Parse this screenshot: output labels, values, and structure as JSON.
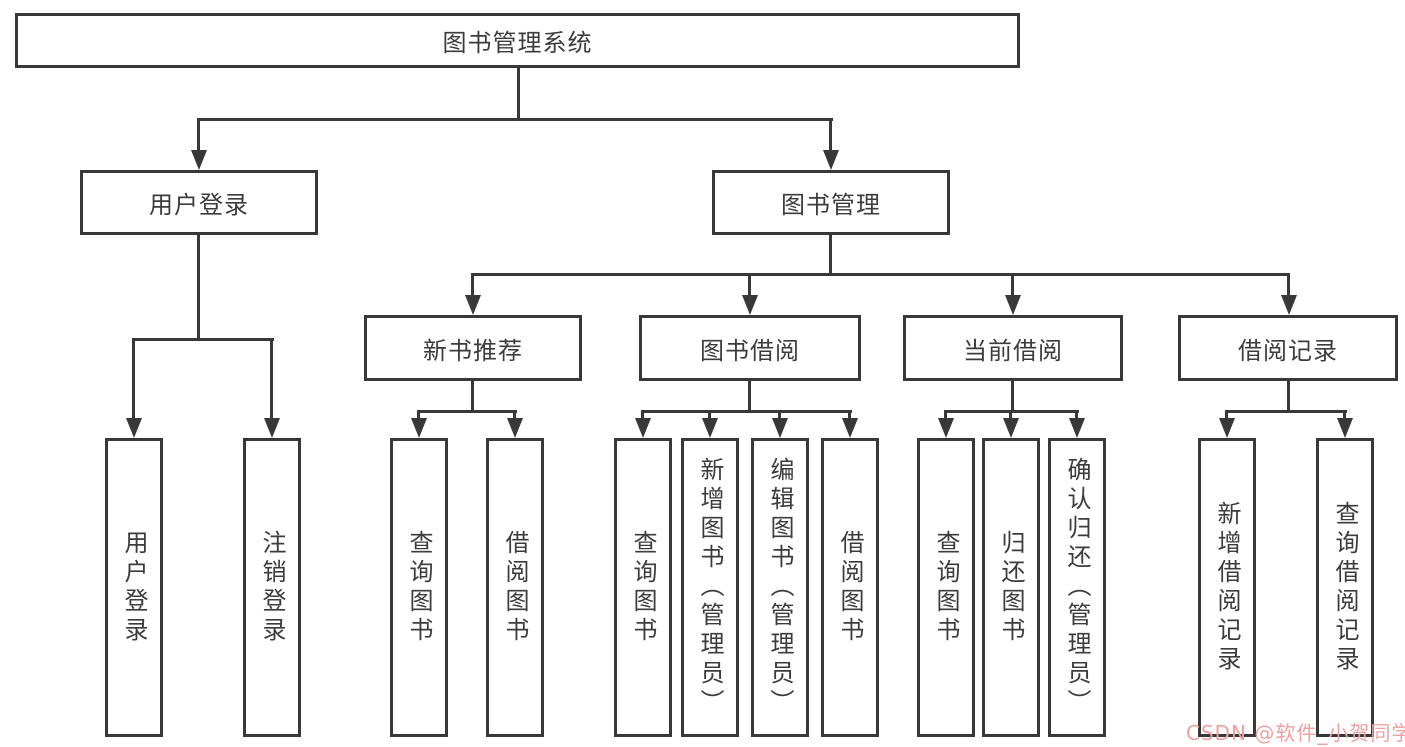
{
  "diagram": {
    "root": {
      "label": "图书管理系统"
    },
    "level2": {
      "user_login": "用户登录",
      "book_mgmt": "图书管理"
    },
    "level3": {
      "new_books": "新书推荐",
      "borrow": "图书借阅",
      "current": "当前借阅",
      "records": "借阅记录"
    },
    "leaves": {
      "login": "用户登录",
      "logout": "注销登录",
      "nb_query": "查询图书",
      "nb_borrow": "借阅图书",
      "bb_query": "查询图书",
      "bb_add": "新增图书（管理员）",
      "bb_edit": "编辑图书（管理员）",
      "bb_borrow": "借阅图书",
      "cb_query": "查询图书",
      "cb_return": "归还图书",
      "cb_confirm": "确认归还（管理员）",
      "br_add": "新增借阅记录",
      "br_query": "查询借阅记录"
    },
    "watermark": {
      "text": "CSDN @软件_小贺同学",
      "color": "#efa0a0"
    },
    "colors": {
      "line": "#383838",
      "text": "#3c3c3c",
      "background": "#ffffff"
    }
  }
}
